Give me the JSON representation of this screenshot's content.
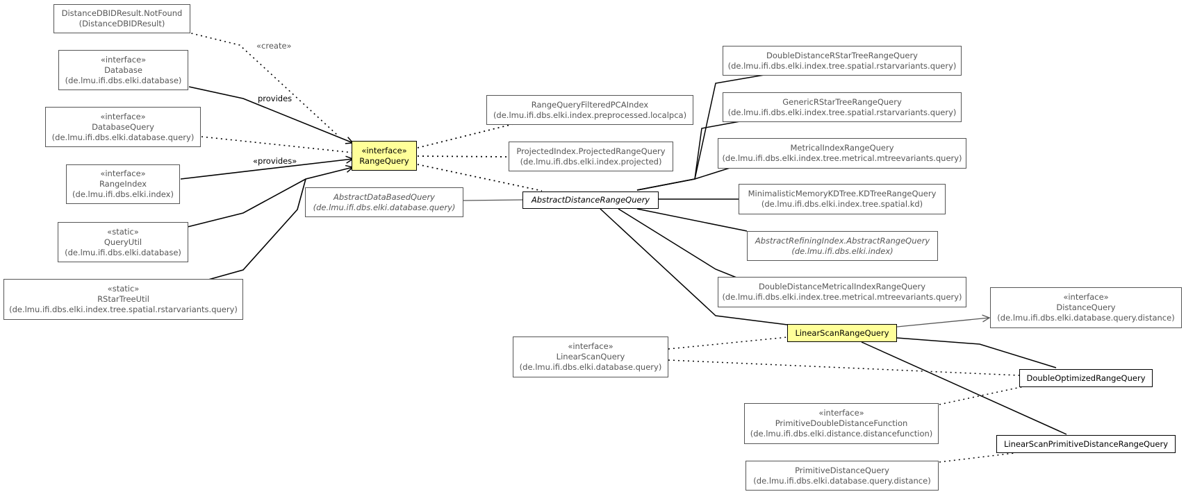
{
  "nodes": {
    "distance_dbid_result_not_found": {
      "stereo": "",
      "name": "DistanceDBIDResult.NotFound",
      "pkg": "(DistanceDBIDResult)"
    },
    "database": {
      "stereo": "«interface»",
      "name": "Database",
      "pkg": "(de.lmu.ifi.dbs.elki.database)"
    },
    "database_query": {
      "stereo": "«interface»",
      "name": "DatabaseQuery",
      "pkg": "(de.lmu.ifi.dbs.elki.database.query)"
    },
    "range_index": {
      "stereo": "«interface»",
      "name": "RangeIndex",
      "pkg": "(de.lmu.ifi.dbs.elki.index)"
    },
    "query_util": {
      "stereo": "«static»",
      "name": "QueryUtil",
      "pkg": "(de.lmu.ifi.dbs.elki.database)"
    },
    "rstar_tree_util": {
      "stereo": "«static»",
      "name": "RStarTreeUtil",
      "pkg": "(de.lmu.ifi.dbs.elki.index.tree.spatial.rstarvariants.query)"
    },
    "range_query": {
      "stereo": "«interface»",
      "name": "RangeQuery",
      "pkg": ""
    },
    "range_query_filtered_pca_index": {
      "stereo": "",
      "name": "RangeQueryFilteredPCAIndex",
      "pkg": "(de.lmu.ifi.dbs.elki.index.preprocessed.localpca)"
    },
    "projected_index_projected_range_query": {
      "stereo": "",
      "name": "ProjectedIndex.ProjectedRangeQuery",
      "pkg": "(de.lmu.ifi.dbs.elki.index.projected)"
    },
    "abstract_data_based_query": {
      "stereo": "",
      "name": "AbstractDataBasedQuery",
      "pkg": "(de.lmu.ifi.dbs.elki.database.query)"
    },
    "abstract_distance_range_query": {
      "stereo": "",
      "name": "AbstractDistanceRangeQuery",
      "pkg": ""
    },
    "double_distance_rstar_tree_range_query": {
      "stereo": "",
      "name": "DoubleDistanceRStarTreeRangeQuery",
      "pkg": "(de.lmu.ifi.dbs.elki.index.tree.spatial.rstarvariants.query)"
    },
    "generic_rstar_tree_range_query": {
      "stereo": "",
      "name": "GenericRStarTreeRangeQuery",
      "pkg": "(de.lmu.ifi.dbs.elki.index.tree.spatial.rstarvariants.query)"
    },
    "metrical_index_range_query": {
      "stereo": "",
      "name": "MetricalIndexRangeQuery",
      "pkg": "(de.lmu.ifi.dbs.elki.index.tree.metrical.mtreevariants.query)"
    },
    "minimalistic_memory_kdtree_range_query": {
      "stereo": "",
      "name": "MinimalisticMemoryKDTree.KDTreeRangeQuery",
      "pkg": "(de.lmu.ifi.dbs.elki.index.tree.spatial.kd)"
    },
    "abstract_refining_index_range_query": {
      "stereo": "",
      "name": "AbstractRefiningIndex.AbstractRangeQuery",
      "pkg": "(de.lmu.ifi.dbs.elki.index)"
    },
    "double_distance_metrical_index_range_query": {
      "stereo": "",
      "name": "DoubleDistanceMetricalIndexRangeQuery",
      "pkg": "(de.lmu.ifi.dbs.elki.index.tree.metrical.mtreevariants.query)"
    },
    "distance_query": {
      "stereo": "«interface»",
      "name": "DistanceQuery",
      "pkg": "(de.lmu.ifi.dbs.elki.database.query.distance)"
    },
    "linear_scan_range_query": {
      "stereo": "",
      "name": "LinearScanRangeQuery",
      "pkg": ""
    },
    "linear_scan_query": {
      "stereo": "«interface»",
      "name": "LinearScanQuery",
      "pkg": "(de.lmu.ifi.dbs.elki.database.query)"
    },
    "double_optimized_range_query": {
      "stereo": "",
      "name": "DoubleOptimizedRangeQuery",
      "pkg": ""
    },
    "primitive_double_distance_function": {
      "stereo": "«interface»",
      "name": "PrimitiveDoubleDistanceFunction",
      "pkg": "(de.lmu.ifi.dbs.elki.distance.distancefunction)"
    },
    "linear_scan_primitive_distance_range_query": {
      "stereo": "",
      "name": "LinearScanPrimitiveDistanceRangeQuery",
      "pkg": ""
    },
    "primitive_distance_query": {
      "stereo": "",
      "name": "PrimitiveDistanceQuery",
      "pkg": "(de.lmu.ifi.dbs.elki.database.query.distance)"
    }
  },
  "edge_labels": {
    "create": "«create»",
    "provides": "provides",
    "provides_stereo": "«provides»"
  },
  "colors": {
    "highlight_fill": "#ffff99",
    "line_black": "#000000",
    "line_grey": "#555555"
  }
}
